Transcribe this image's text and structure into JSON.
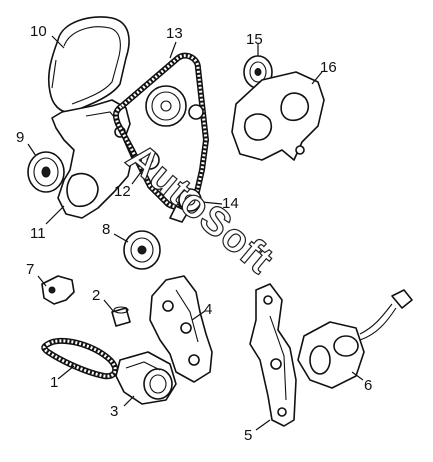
{
  "watermark": {
    "text": "AutoSoft"
  },
  "callouts": [
    {
      "id": "callout-1",
      "label": "1"
    },
    {
      "id": "callout-2",
      "label": "2"
    },
    {
      "id": "callout-3",
      "label": "3"
    },
    {
      "id": "callout-4",
      "label": "4"
    },
    {
      "id": "callout-5",
      "label": "5"
    },
    {
      "id": "callout-6",
      "label": "6"
    },
    {
      "id": "callout-7",
      "label": "7"
    },
    {
      "id": "callout-8",
      "label": "8"
    },
    {
      "id": "callout-9",
      "label": "9"
    },
    {
      "id": "callout-10",
      "label": "10"
    },
    {
      "id": "callout-11",
      "label": "11"
    },
    {
      "id": "callout-12",
      "label": "12"
    },
    {
      "id": "callout-13",
      "label": "13"
    },
    {
      "id": "callout-14",
      "label": "14"
    },
    {
      "id": "callout-15",
      "label": "15"
    },
    {
      "id": "callout-16",
      "label": "16"
    }
  ]
}
